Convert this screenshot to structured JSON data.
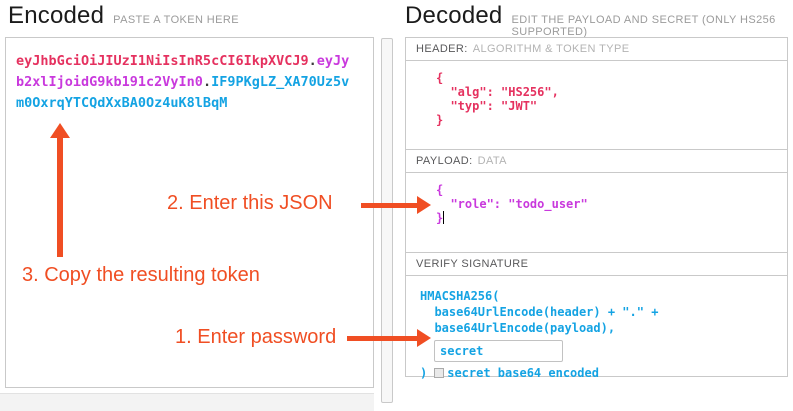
{
  "encoded": {
    "title": "Encoded",
    "subtitle": "PASTE A TOKEN HERE",
    "token": {
      "header": "eyJhbGciOiJIUzI1NiIsInR5cCI6IkpXVCJ9",
      "dot": ".",
      "payload": "eyJyb2xlIjoidG9kb191c2VyIn0",
      "signature": "IF9PKgLZ_XA70Uz5vm0OxrqYTCQdXxBA0Oz4uK8lBqM"
    }
  },
  "decoded": {
    "title": "Decoded",
    "subtitle": "EDIT THE PAYLOAD AND SECRET (ONLY HS256 SUPPORTED)",
    "header_section": {
      "label": "HEADER:",
      "sublabel": "ALGORITHM & TOKEN TYPE",
      "code": "{\n  \"alg\": \"HS256\",\n  \"typ\": \"JWT\"\n}"
    },
    "payload_section": {
      "label": "PAYLOAD:",
      "sublabel": "DATA",
      "code": "{\n  \"role\": \"todo_user\"\n}"
    },
    "signature_section": {
      "label": "VERIFY SIGNATURE",
      "code": "HMACSHA256(\n  base64UrlEncode(header) + \".\" +\n  base64UrlEncode(payload),",
      "secret_value": "secret",
      "closing_paren": ")",
      "checkbox_label": "secret base64 encoded"
    }
  },
  "annotations": {
    "step1": "1. Enter password",
    "step2": "2. Enter this JSON",
    "step3": "3. Copy the resulting token"
  },
  "colors": {
    "token_header": "#e5315f",
    "token_payload": "#c939dd",
    "token_signature": "#14a3e3",
    "annotation": "#f04e23"
  }
}
